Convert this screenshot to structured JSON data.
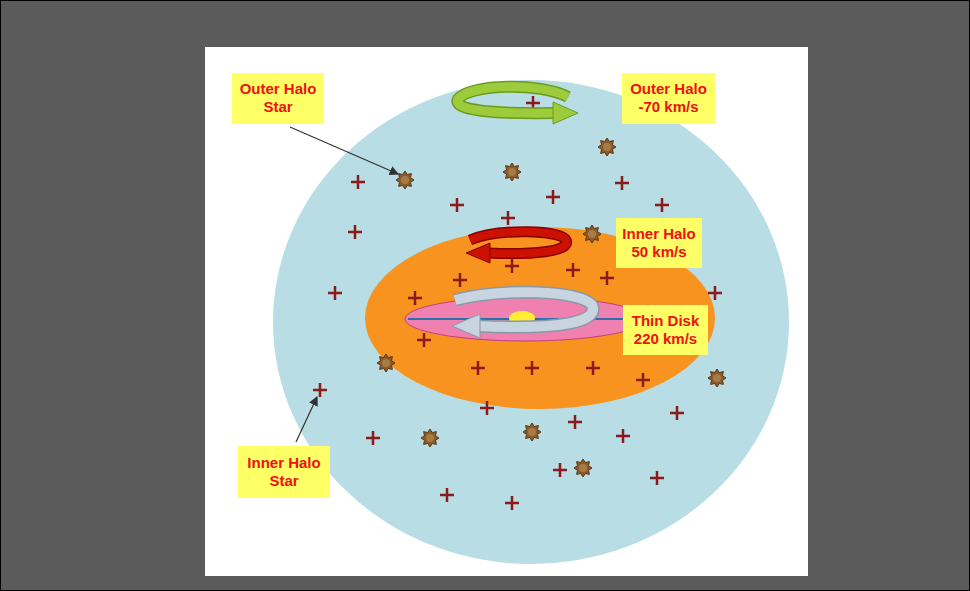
{
  "diagram": {
    "nodes": [
      {
        "text": [
          "Outer Halo Star"
        ]
      },
      {
        "text": [
          "Outer Halo",
          "-70 km/s"
        ]
      },
      {
        "text": [
          "Inner Halo",
          "50 km/s"
        ]
      },
      {
        "text": [
          "Thin Disk",
          "220 km/s"
        ]
      },
      {
        "text": [
          "Inner Halo Star"
        ]
      }
    ]
  }
}
